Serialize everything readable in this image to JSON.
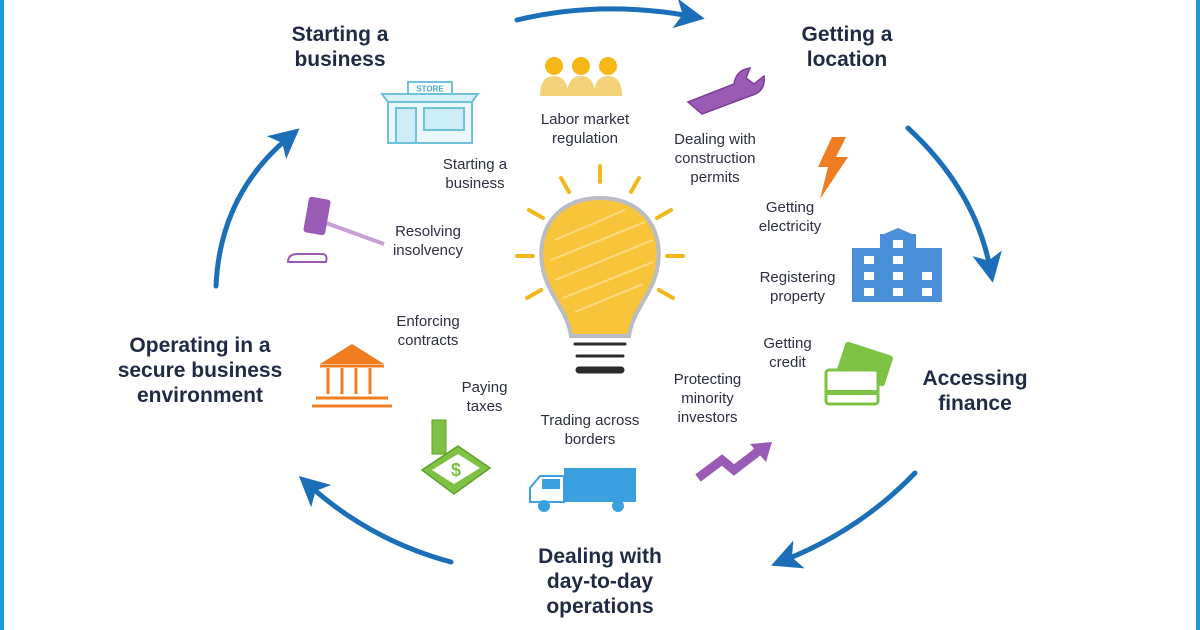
{
  "colors": {
    "frame": "#1a9ad6",
    "arrow": "#1b6fb8",
    "stage_text": "#1f2a44",
    "indicator_text": "#2b2f3f",
    "bulb_yellow": "#f3b71d",
    "purple": "#9a5bb5",
    "orange": "#f07d22",
    "green": "#7dc243",
    "building_blue": "#4a90d9",
    "truck_blue": "#3aa0e0",
    "store_teal": "#6ec2dc"
  },
  "stages": [
    {
      "id": "starting",
      "label": "Starting a\nbusiness"
    },
    {
      "id": "location",
      "label": "Getting a\nlocation"
    },
    {
      "id": "finance",
      "label": "Accessing\nfinance"
    },
    {
      "id": "operations",
      "label": "Dealing with\nday-to-day\noperations"
    },
    {
      "id": "secure",
      "label": "Operating in a\nsecure business\nenvironment"
    }
  ],
  "indicators": [
    {
      "label": "Starting a\nbusiness",
      "icon": "store-icon"
    },
    {
      "label": "Labor market\nregulation",
      "icon": "people-icon"
    },
    {
      "label": "Dealing with\nconstruction\npermits",
      "icon": "wrench-icon"
    },
    {
      "label": "Getting\nelectricity",
      "icon": "lightning-icon"
    },
    {
      "label": "Registering\nproperty",
      "icon": "building-icon"
    },
    {
      "label": "Getting\ncredit",
      "icon": "credit-card-icon"
    },
    {
      "label": "Protecting\nminority\ninvestors",
      "icon": "trend-arrow-icon"
    },
    {
      "label": "Trading across\nborders",
      "icon": "truck-icon"
    },
    {
      "label": "Paying\ntaxes",
      "icon": "money-icon"
    },
    {
      "label": "Enforcing\ncontracts",
      "icon": "courthouse-icon"
    },
    {
      "label": "Resolving\ninsolvency",
      "icon": "gavel-icon"
    }
  ],
  "center": {
    "icon": "lightbulb-icon"
  },
  "store_sign": "STORE"
}
